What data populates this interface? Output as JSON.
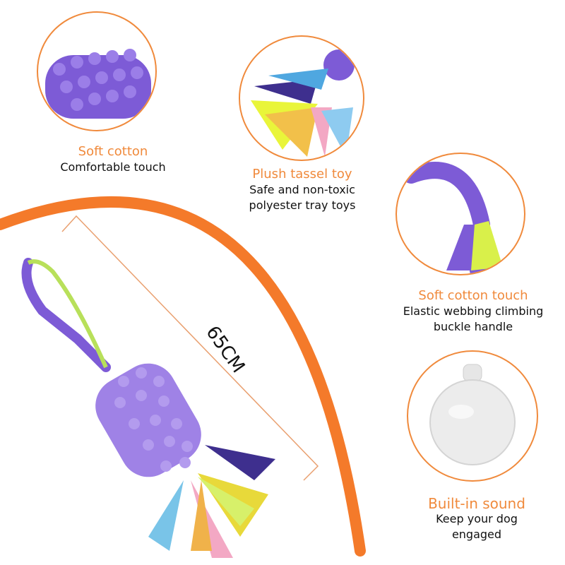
{
  "colors": {
    "accent": "#f08a3c",
    "arc": "#f47a2a",
    "purple": "#7d5bd6",
    "text": "#111111"
  },
  "features": [
    {
      "title": "Soft cotton",
      "desc": [
        "Comfortable touch"
      ]
    },
    {
      "title": "Plush tassel toy",
      "desc": [
        "Safe and non-toxic",
        "polyester tray toys"
      ]
    },
    {
      "title": "Soft cotton touch",
      "desc": [
        "Elastic webbing climbing",
        "buckle handle"
      ]
    },
    {
      "title": "Built-in sound",
      "desc": [
        "Keep your dog",
        "engaged"
      ]
    }
  ],
  "dimension_label": "65CM"
}
